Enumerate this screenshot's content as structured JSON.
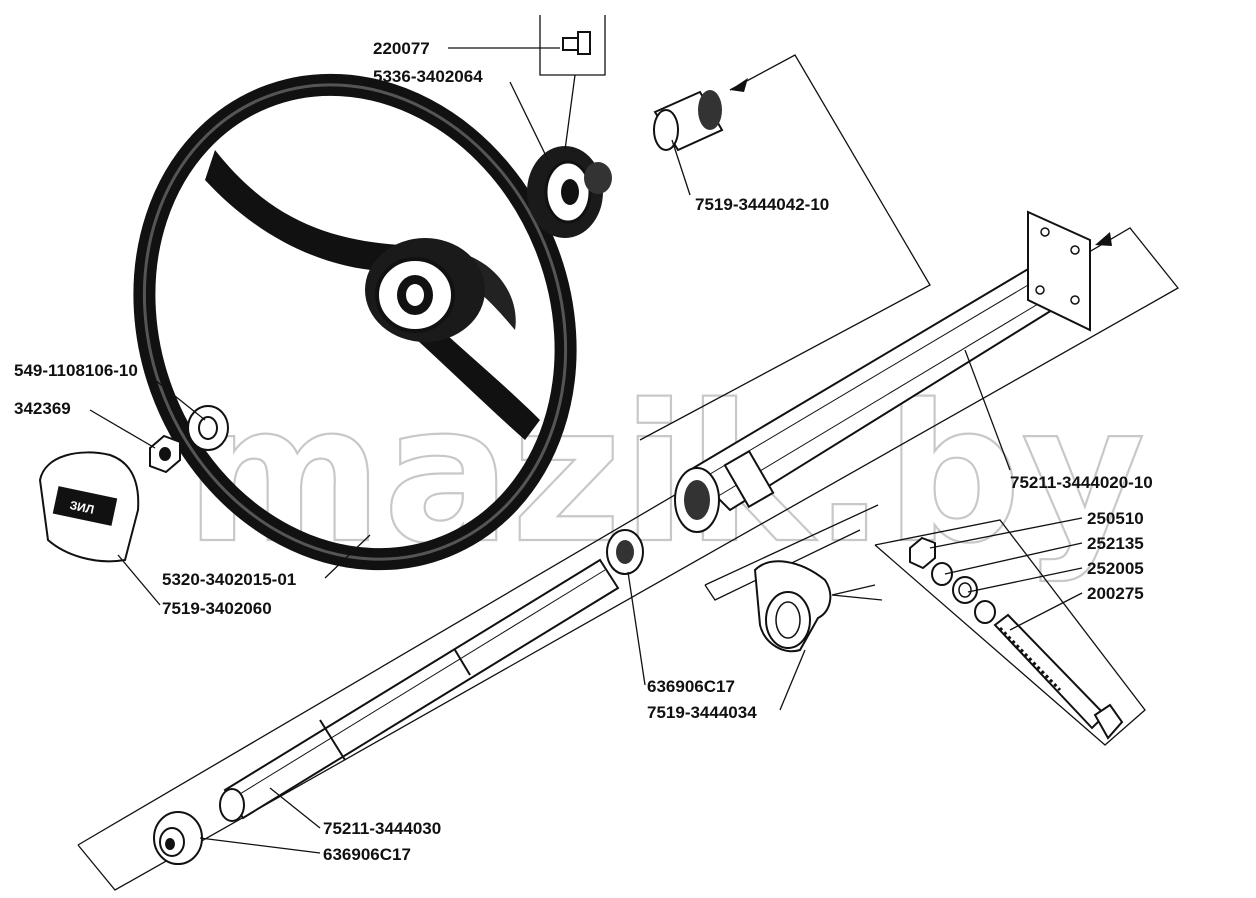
{
  "watermark": "mazik.by",
  "labels": {
    "p220077": "220077",
    "p5336_3402064": "5336-3402064",
    "p7519_3444042_10": "7519-3444042-10",
    "p549_1108106_10": "549-1108106-10",
    "p342369": "342369",
    "p75211_3444020_10": "75211-3444020-10",
    "p250510": "250510",
    "p252135": "252135",
    "p252005": "252005",
    "p200275": "200275",
    "p5320_3402015_01": "5320-3402015-01",
    "p7519_3402060": "7519-3402060",
    "p636906C17_a": "636906C17",
    "p7519_3444034": "7519-3444034",
    "p75211_3444030": "75211-3444030",
    "p636906C17_b": "636906C17"
  },
  "emblem_text": "ЗИЛ"
}
